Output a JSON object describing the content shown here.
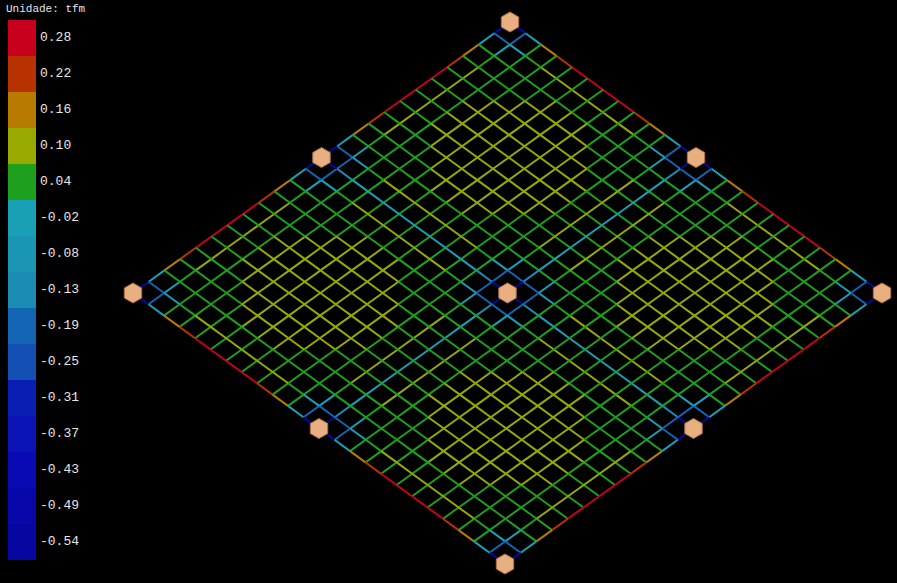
{
  "diagram": {
    "labels": [
      "Unidade: tfm"
    ],
    "legend": [
      {
        "text": "0.28",
        "color": "#c8001e"
      },
      {
        "text": "0.22",
        "color": "#b83200"
      },
      {
        "text": "0.16",
        "color": "#b87a00"
      },
      {
        "text": "0.10",
        "color": "#98aa00"
      },
      {
        "text": "0.04",
        "color": "#1ea01e"
      },
      {
        "text": "-0.02",
        "color": "#1aa0b4"
      },
      {
        "text": "-0.08",
        "color": "#1a96b4"
      },
      {
        "text": "-0.13",
        "color": "#1a8cb4"
      },
      {
        "text": "-0.19",
        "color": "#1464b4"
      },
      {
        "text": "-0.25",
        "color": "#1450b4"
      },
      {
        "text": "-0.31",
        "color": "#0a1eb4"
      },
      {
        "text": "-0.37",
        "color": "#0a14b4"
      },
      {
        "text": "-0.43",
        "color": "#0a0ab4"
      },
      {
        "text": "-0.49",
        "color": "#0808aa"
      },
      {
        "text": "-0.54",
        "color": "#0606a0"
      }
    ]
  }
}
